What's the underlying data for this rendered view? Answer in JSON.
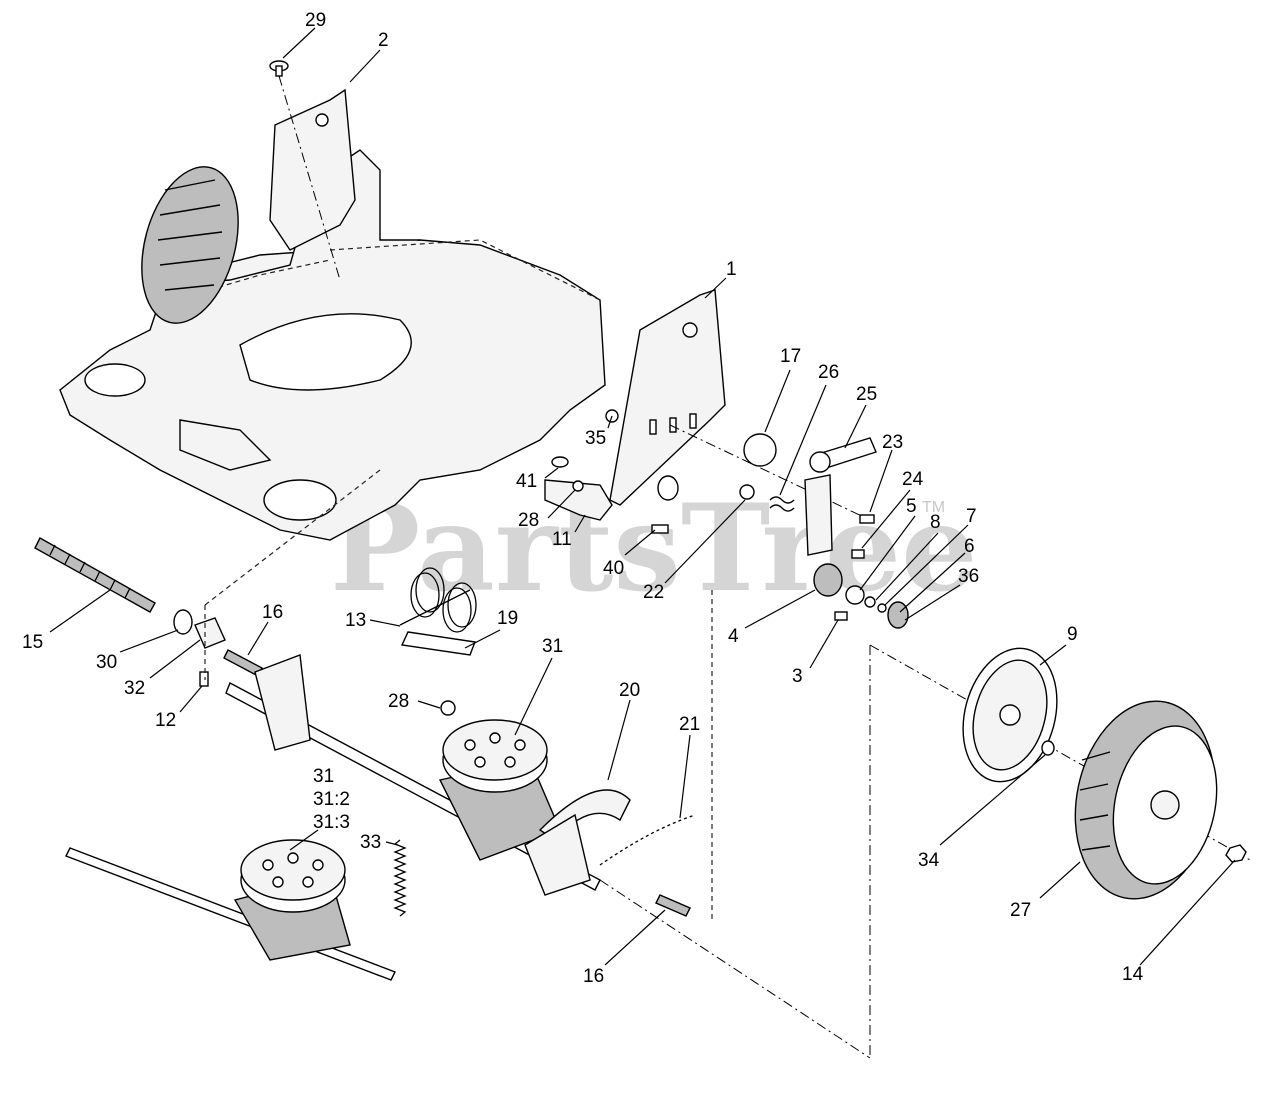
{
  "watermark": {
    "text": "PartsTree",
    "tm": "TM"
  },
  "callouts": [
    {
      "id": "29",
      "label": "29"
    },
    {
      "id": "2",
      "label": "2"
    },
    {
      "id": "1",
      "label": "1"
    },
    {
      "id": "17",
      "label": "17"
    },
    {
      "id": "26",
      "label": "26"
    },
    {
      "id": "25",
      "label": "25"
    },
    {
      "id": "23",
      "label": "23"
    },
    {
      "id": "24",
      "label": "24"
    },
    {
      "id": "5",
      "label": "5"
    },
    {
      "id": "8",
      "label": "8"
    },
    {
      "id": "7",
      "label": "7"
    },
    {
      "id": "6",
      "label": "6"
    },
    {
      "id": "36",
      "label": "36"
    },
    {
      "id": "35",
      "label": "35"
    },
    {
      "id": "41",
      "label": "41"
    },
    {
      "id": "28a",
      "label": "28"
    },
    {
      "id": "11",
      "label": "11"
    },
    {
      "id": "40",
      "label": "40"
    },
    {
      "id": "22",
      "label": "22"
    },
    {
      "id": "4",
      "label": "4"
    },
    {
      "id": "3",
      "label": "3"
    },
    {
      "id": "15",
      "label": "15"
    },
    {
      "id": "30",
      "label": "30"
    },
    {
      "id": "32",
      "label": "32"
    },
    {
      "id": "12",
      "label": "12"
    },
    {
      "id": "16a",
      "label": "16"
    },
    {
      "id": "13",
      "label": "13"
    },
    {
      "id": "19",
      "label": "19"
    },
    {
      "id": "28b",
      "label": "28"
    },
    {
      "id": "31a",
      "label": "31"
    },
    {
      "id": "20",
      "label": "20"
    },
    {
      "id": "21",
      "label": "21"
    },
    {
      "id": "31b",
      "label": "31"
    },
    {
      "id": "31-2",
      "label": "31:2"
    },
    {
      "id": "31-3",
      "label": "31:3"
    },
    {
      "id": "33",
      "label": "33"
    },
    {
      "id": "16b",
      "label": "16"
    },
    {
      "id": "9",
      "label": "9"
    },
    {
      "id": "34",
      "label": "34"
    },
    {
      "id": "27",
      "label": "27"
    },
    {
      "id": "14",
      "label": "14"
    }
  ]
}
